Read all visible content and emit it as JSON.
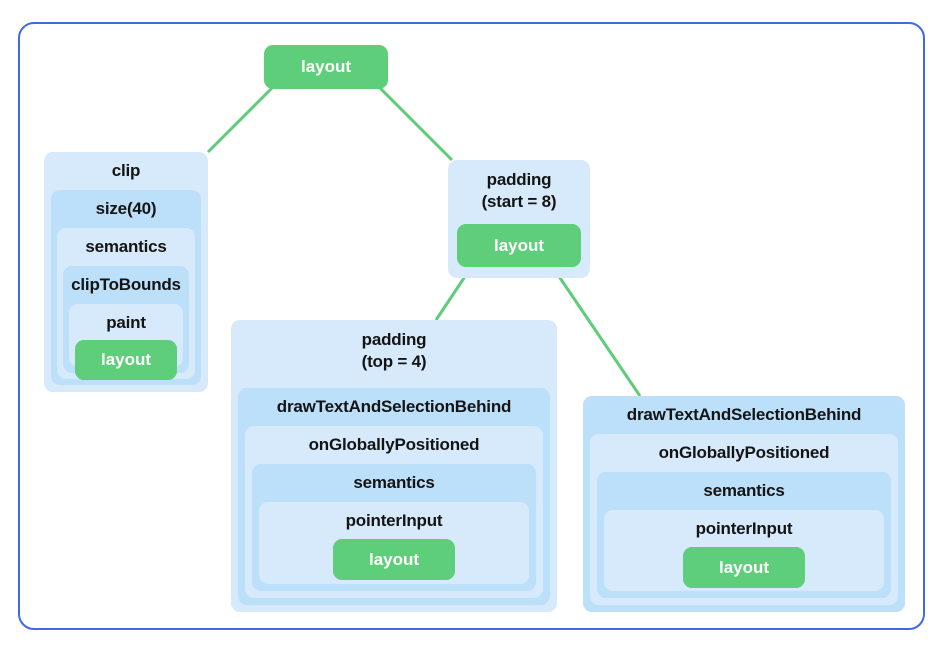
{
  "diagram": {
    "title": "compose-modifier-chain-tree",
    "frame_color": "#4169e1",
    "node_color_outer": "#d6eafb",
    "node_color_inner": "#bcdffa",
    "leaf_color": "#5fce7b",
    "connector_color": "#5fcc79",
    "root": {
      "label": "layout"
    },
    "branch_clip": {
      "levels": [
        "clip",
        "size(40)",
        "semantics",
        "clipToBounds",
        "paint"
      ],
      "leaf": "layout"
    },
    "branch_padding_start": {
      "label": "padding\n(start = 8)",
      "leaf": "layout"
    },
    "branch_padding_top": {
      "levels": [
        "padding\n(top = 4)",
        "drawTextAndSelectionBehind",
        "onGloballyPositioned",
        "semantics",
        "pointerInput"
      ],
      "leaf": "layout"
    },
    "branch_text_right": {
      "levels": [
        "drawTextAndSelectionBehind",
        "onGloballyPositioned",
        "semantics",
        "pointerInput"
      ],
      "leaf": "layout"
    }
  }
}
